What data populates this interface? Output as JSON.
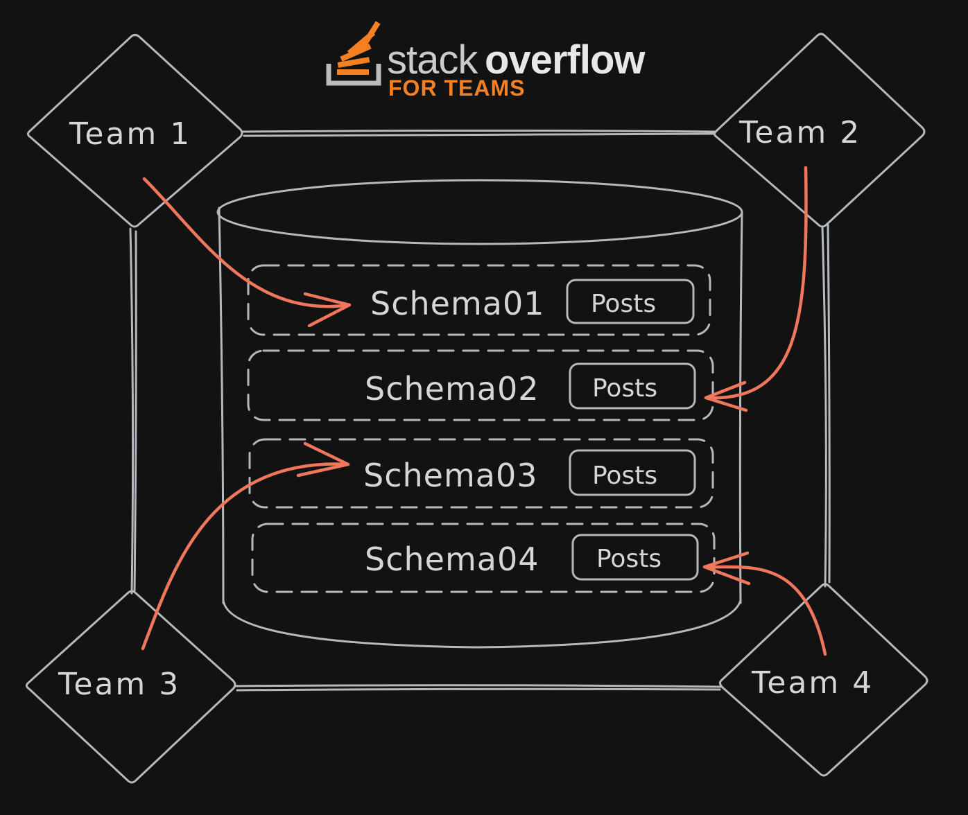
{
  "brand": {
    "name_light": "stack",
    "name_bold": "overflow",
    "subtitle": "FOR TEAMS",
    "color": "#f48024"
  },
  "teams": [
    {
      "label": "Team 1"
    },
    {
      "label": "Team 2"
    },
    {
      "label": "Team 3"
    },
    {
      "label": "Team 4"
    }
  ],
  "schemas": [
    {
      "label": "Schema01",
      "table": "Posts"
    },
    {
      "label": "Schema02",
      "table": "Posts"
    },
    {
      "label": "Schema03",
      "table": "Posts"
    },
    {
      "label": "Schema04",
      "table": "Posts"
    }
  ],
  "colors": {
    "background": "#121212",
    "stroke": "#b5b8bd",
    "arrow": "#f0775c"
  }
}
